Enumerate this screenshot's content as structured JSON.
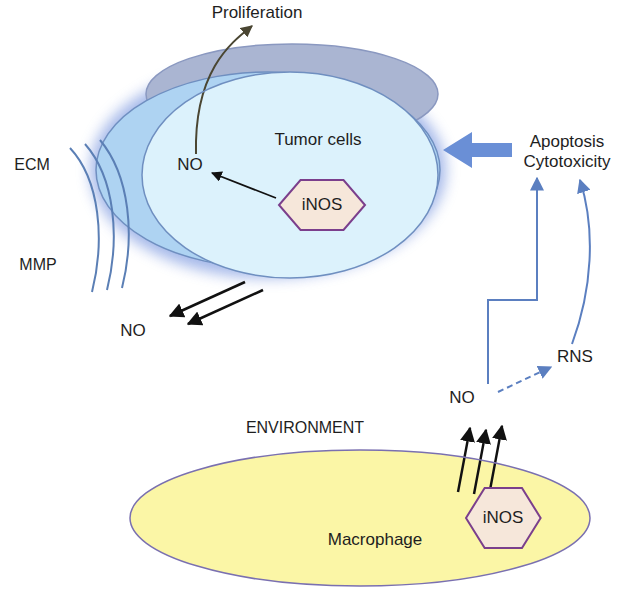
{
  "diagram": {
    "nodes": [
      {
        "text": [
          "Tumor cells",
          "NO"
        ]
      },
      {
        "text": [
          "iNOS"
        ],
        "in": 0
      },
      {
        "text": [
          "Macrophage"
        ]
      },
      {
        "text": [
          "iNOS"
        ],
        "in": 2
      }
    ],
    "labels": [
      "Proliferation",
      "ECM",
      "MMP",
      "NO",
      "Apoptosis Cytotoxicity",
      "ENVIRONMENT",
      "NO",
      "RNS"
    ]
  }
}
